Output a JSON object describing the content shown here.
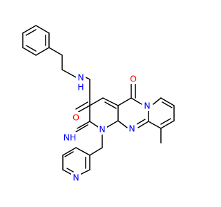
{
  "molecule": {
    "colors": {
      "bond": "#000000",
      "nitrogen": "#0000ff",
      "oxygen": "#ff0000",
      "carbon": "#000000"
    },
    "atoms": [
      {
        "id": "amide_nh",
        "text": "N",
        "sub": "H",
        "element": "nitrogen",
        "name": "amide-nitrogen-label"
      },
      {
        "id": "amide_o",
        "text": "O",
        "element": "oxygen",
        "name": "amide-oxygen-label"
      },
      {
        "id": "imine_nh",
        "text": "NH",
        "element": "nitrogen",
        "name": "imine-nitrogen-label"
      },
      {
        "id": "ring_n1",
        "text": "N",
        "element": "nitrogen",
        "name": "ring-nitrogen-1-label"
      },
      {
        "id": "ring_n_pyrim",
        "text": "N",
        "element": "nitrogen",
        "name": "pyrimidine-nitrogen-label"
      },
      {
        "id": "ring_n_bridge",
        "text": "N",
        "element": "nitrogen",
        "name": "bridgehead-nitrogen-label"
      },
      {
        "id": "keto_o",
        "text": "O",
        "element": "oxygen",
        "name": "ketone-oxygen-label"
      },
      {
        "id": "pyridine_n",
        "text": "N",
        "element": "nitrogen",
        "name": "pyridine-nitrogen-label"
      }
    ]
  }
}
